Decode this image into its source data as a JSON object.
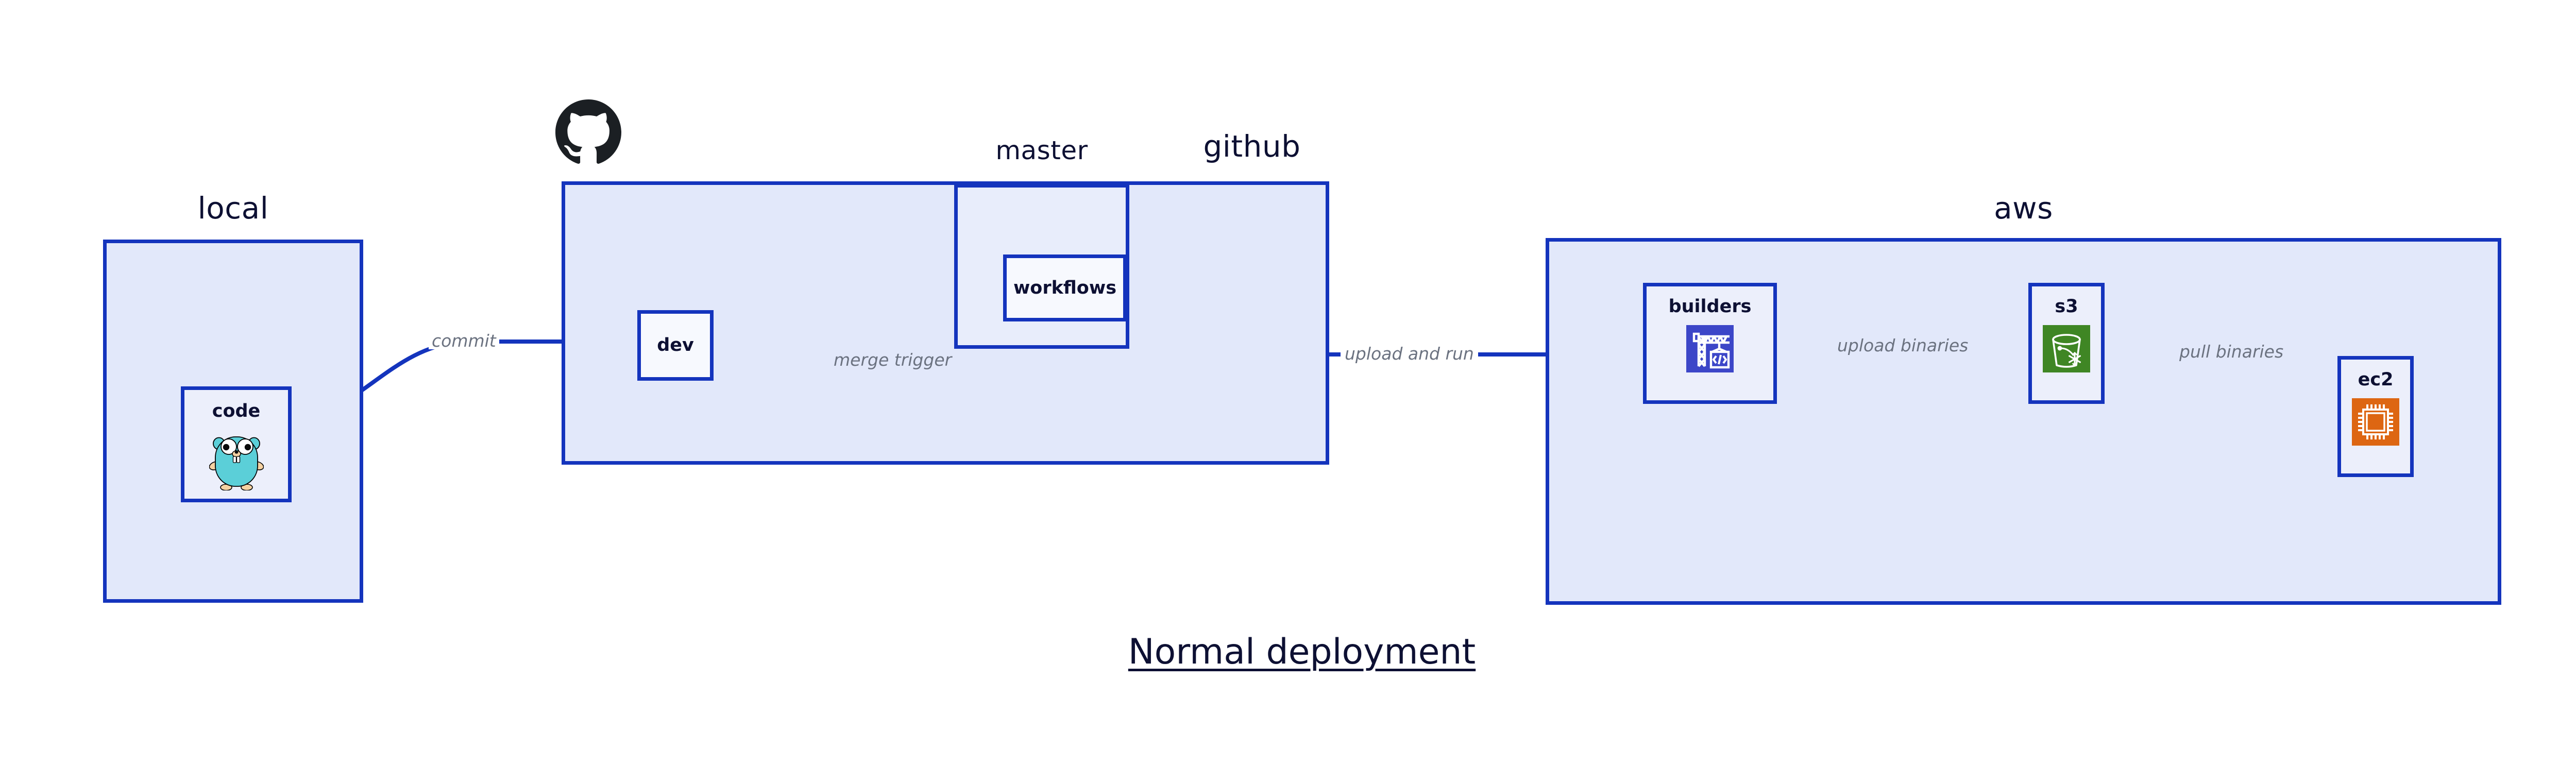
{
  "diagram": {
    "title": "Normal deployment",
    "colors": {
      "group_fill": "#e2e8fa",
      "subgroup_fill": "#e8edfb",
      "node_fill": "#eceffb",
      "border": "#1434bd",
      "edge": "#1434bd",
      "edge_label": "#6b7280",
      "text": "#0d1033",
      "codebuild_icon": "#3c46c8",
      "s3_glacier_icon": "#3f8624",
      "ec2_icon": "#dd6612",
      "gopher_body": "#5bcfd8",
      "github_logo": "#1b1f23"
    },
    "groups": [
      {
        "id": "local",
        "label": "local"
      },
      {
        "id": "github",
        "label": "github"
      },
      {
        "id": "master",
        "label": "master"
      },
      {
        "id": "aws",
        "label": "aws"
      }
    ],
    "nodes": [
      {
        "id": "code",
        "label": "code",
        "icon": "go-gopher-icon",
        "group": "local"
      },
      {
        "id": "dev",
        "label": "dev",
        "icon": null,
        "group": "github"
      },
      {
        "id": "workflows",
        "label": "workflows",
        "icon": null,
        "group": "master"
      },
      {
        "id": "builders",
        "label": "builders",
        "icon": "aws-codebuild-icon",
        "group": "aws"
      },
      {
        "id": "s3",
        "label": "s3",
        "icon": "aws-s3-glacier-icon",
        "group": "aws"
      },
      {
        "id": "ec2",
        "label": "ec2",
        "icon": "aws-ec2-icon",
        "group": "aws"
      }
    ],
    "edges": [
      {
        "id": "commit",
        "from": "code",
        "to": "dev",
        "label": "commit"
      },
      {
        "id": "merge-trigger",
        "from": "dev",
        "to": "workflows",
        "label": "merge trigger"
      },
      {
        "id": "upload-and-run",
        "from": "workflows",
        "to": "builders",
        "label": "upload and run"
      },
      {
        "id": "upload-binaries",
        "from": "builders",
        "to": "s3",
        "label": "upload binaries"
      },
      {
        "id": "pull-binaries",
        "from": "s3",
        "to": "ec2",
        "label": "pull binaries"
      }
    ],
    "logos": [
      {
        "id": "github-octocat",
        "name": "github-octocat-logo"
      }
    ]
  }
}
